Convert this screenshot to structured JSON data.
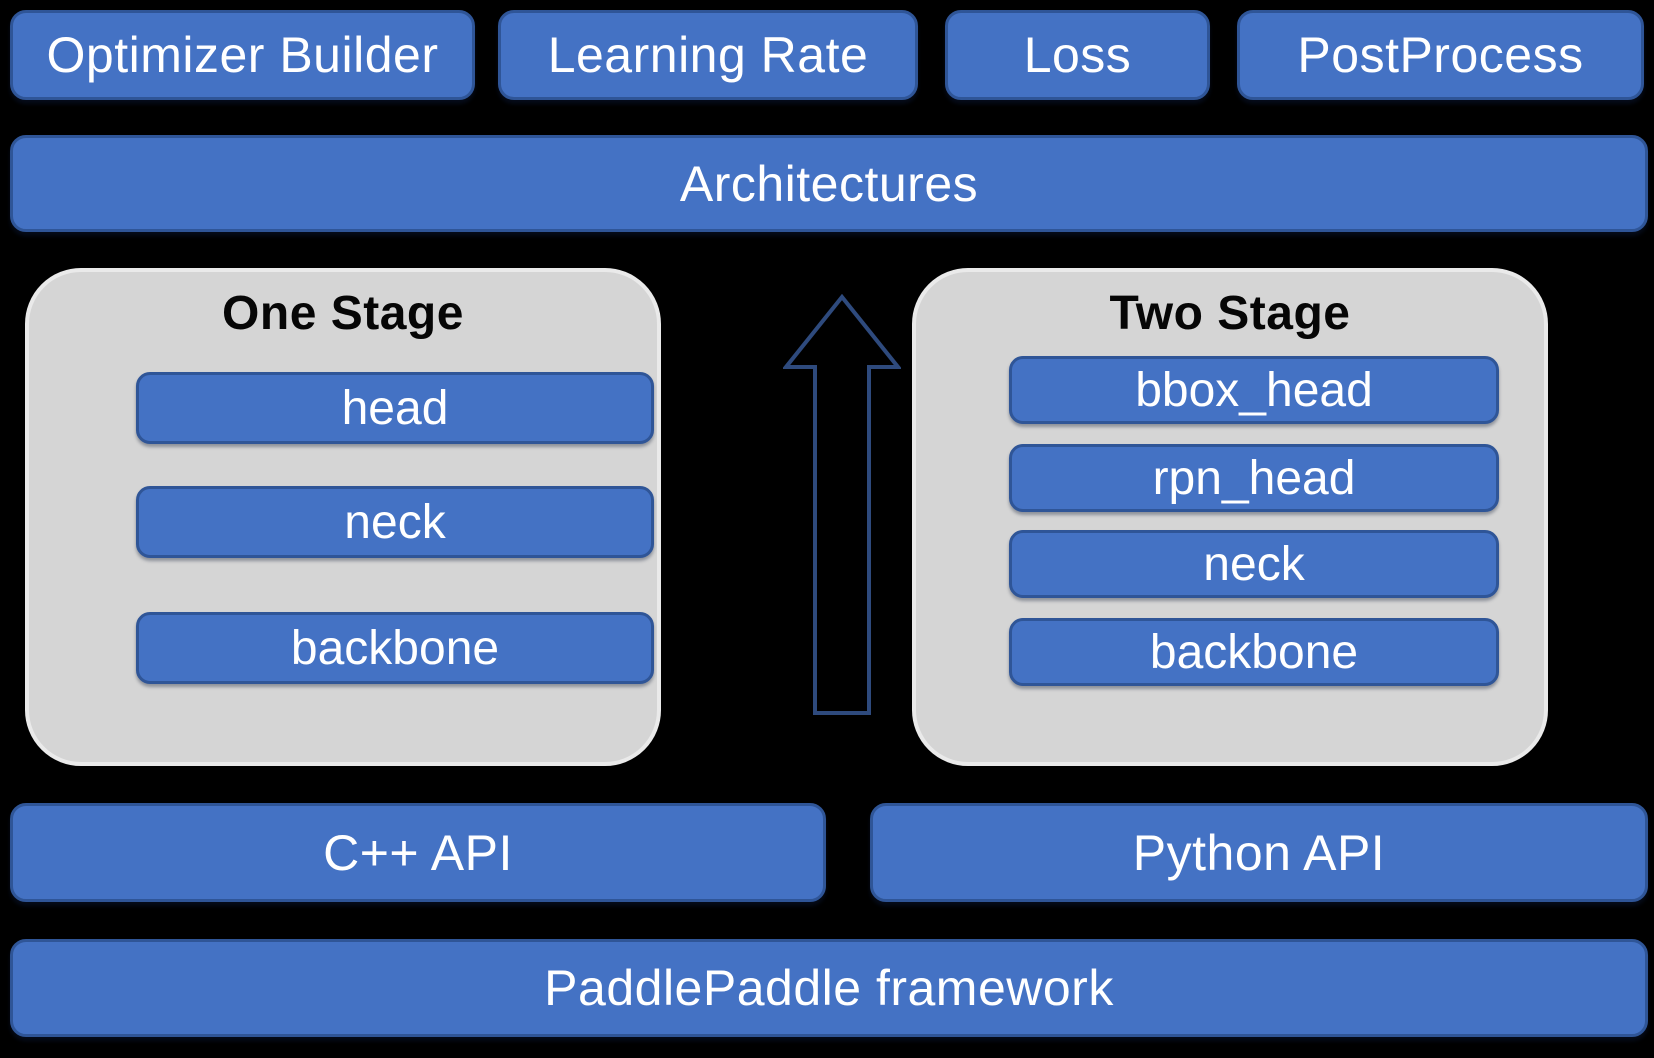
{
  "top_row": {
    "items": [
      {
        "label": "Optimizer Builder"
      },
      {
        "label": "Learning Rate"
      },
      {
        "label": "Loss"
      },
      {
        "label": "PostProcess"
      }
    ]
  },
  "architectures": {
    "label": "Architectures"
  },
  "stages": [
    {
      "title": "One Stage",
      "modules": [
        "head",
        "neck",
        "backbone"
      ]
    },
    {
      "title": "Two Stage",
      "modules": [
        "bbox_head",
        "rpn_head",
        "neck",
        "backbone"
      ]
    }
  ],
  "arrow": {
    "icon": "up-arrow-icon",
    "direction": "up"
  },
  "apis": [
    {
      "label": "C++ API"
    },
    {
      "label": "Python API"
    }
  ],
  "framework": {
    "label": "PaddlePaddle framework"
  },
  "colors": {
    "background": "#000000",
    "box_fill": "#4472c4",
    "box_border": "#2f5597",
    "panel_fill": "#d5d5d5",
    "panel_border": "#eaeaea",
    "box_text": "#ffffff",
    "panel_title_text": "#060606",
    "arrow_outline": "#2e4a7d"
  }
}
